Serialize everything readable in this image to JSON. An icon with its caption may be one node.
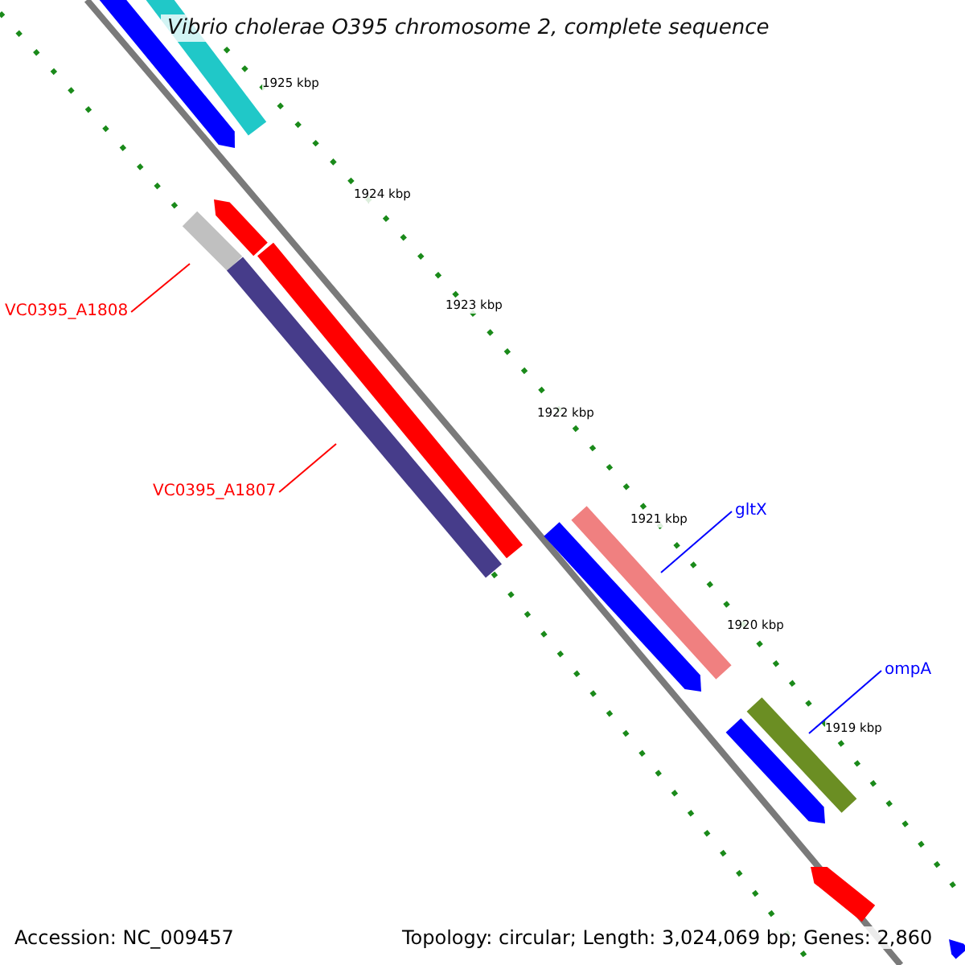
{
  "diagram": {
    "title": "Vibrio cholerae O395 chromosome 2, complete sequence",
    "nodes": [
      {
        "text": [
          "VC0395_A1808"
        ]
      },
      {
        "text": [],
        "shape": "bar"
      },
      {
        "text": [
          "VC0395_A1807"
        ]
      },
      {
        "text": [],
        "shape": "bar"
      },
      {
        "text": [
          "gltX"
        ]
      },
      {
        "text": [],
        "shape": "bar"
      },
      {
        "text": [
          "ompA"
        ]
      },
      {
        "text": [],
        "shape": "bar"
      }
    ],
    "edges": [
      {
        "from": 0,
        "to": 1,
        "arrow": "none",
        "color": "#ff0000"
      },
      {
        "from": 2,
        "to": 3,
        "arrow": "none",
        "color": "#ff0000"
      },
      {
        "from": 4,
        "to": 5,
        "arrow": "none",
        "color": "#0000ff"
      },
      {
        "from": 6,
        "to": 7,
        "arrow": "none",
        "color": "#0000ff"
      }
    ],
    "labels": [
      "1925 kbp",
      "1924 kbp",
      "1923 kbp",
      "1922 kbp",
      "1921 kbp",
      "1920 kbp",
      "1919 kbp",
      "Accession: NC_009457",
      "Topology: circular; Length: 3,024,069 bp; Genes: 2,860"
    ]
  }
}
